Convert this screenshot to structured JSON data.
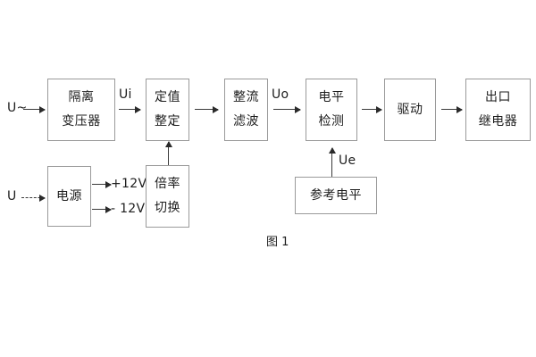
{
  "figure": {
    "caption": "图 1",
    "colors": {
      "box_border": "#9a9a9a",
      "line": "#3a3a3a",
      "text": "#1d1d1d",
      "background": "#ffffff"
    }
  },
  "blocks": [
    {
      "id": "isolation-transformer",
      "line1": "隔离",
      "line2": "变压器"
    },
    {
      "id": "setting-value",
      "line1": "定值",
      "line2": "整定"
    },
    {
      "id": "rectify-filter",
      "line1": "整流",
      "line2": "滤波"
    },
    {
      "id": "level-detect",
      "line1": "电平",
      "line2": "检测"
    },
    {
      "id": "drive",
      "line1": "驱动",
      "line2": ""
    },
    {
      "id": "output-relay",
      "line1": "出口",
      "line2": "继电器"
    },
    {
      "id": "power-supply",
      "line1": "电源",
      "line2": ""
    },
    {
      "id": "multiplier-switch",
      "line1": "倍率",
      "line2": "切换"
    },
    {
      "id": "reference-level",
      "line1": "参考电平",
      "line2": ""
    }
  ],
  "signals": {
    "ac_input": "U~",
    "dc_input": "U",
    "ui": "Ui",
    "uo": "Uo",
    "ue": "Ue",
    "rail_pos": "+12V",
    "rail_neg": "- 12V"
  }
}
